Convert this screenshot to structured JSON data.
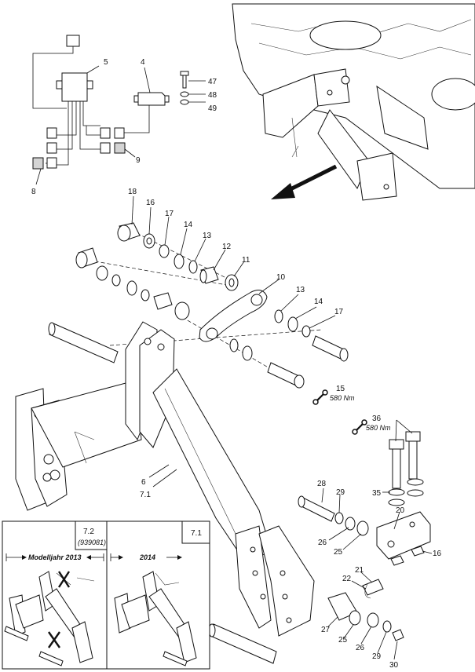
{
  "callouts": {
    "c4": "4",
    "c5": "5",
    "c8": "8",
    "c9": "9",
    "c47": "47",
    "c48": "48",
    "c49": "49",
    "c18": "18",
    "c16a": "16",
    "c17a": "17",
    "c14a": "14",
    "c13a": "13",
    "c12": "12",
    "c11": "11",
    "c10": "10",
    "c13b": "13",
    "c14b": "14",
    "c17b": "17",
    "c15": "15",
    "c6": "6",
    "c71": "7.1",
    "c36": "36",
    "c28": "28",
    "c29a": "29",
    "c35": "35",
    "c20": "20",
    "c26a": "26",
    "c25a": "25",
    "c16b": "16",
    "c21": "21",
    "c22": "22",
    "c27": "27",
    "c25b": "25",
    "c26b": "26",
    "c29b": "29",
    "c30": "30"
  },
  "torques": {
    "t15": "580 Nm",
    "t36": "580 Nm"
  },
  "inset": {
    "left_ref": "7.2",
    "left_sub": "(939081)",
    "left_caption": "Modelljahr 2013",
    "right_ref": "7.1",
    "right_caption": "2014"
  },
  "icons": {
    "wrench": "wrench-icon",
    "direction": "direction-arrow-icon"
  }
}
